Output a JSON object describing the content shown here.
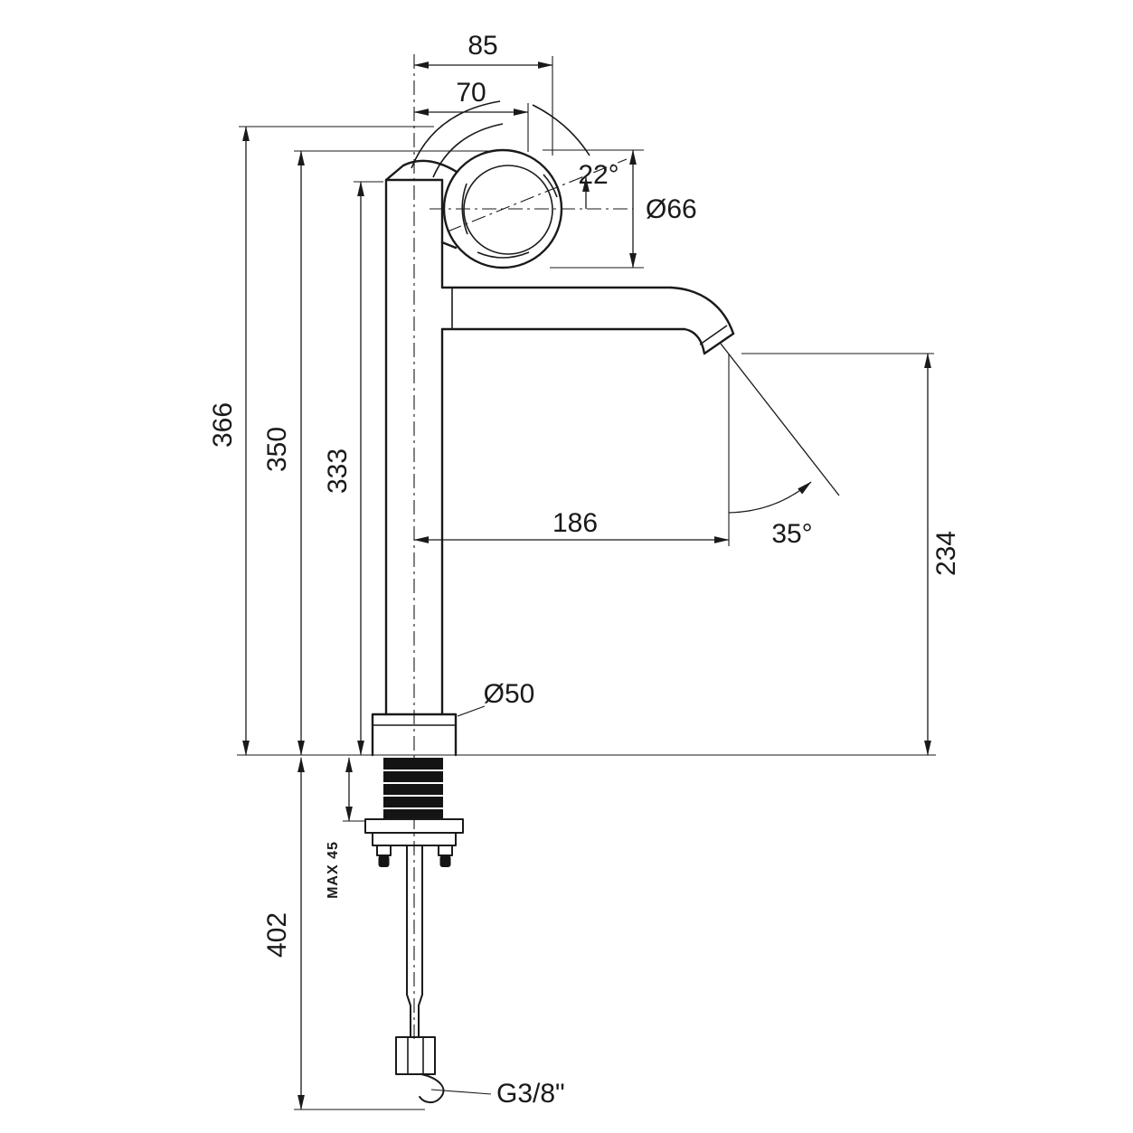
{
  "drawing": {
    "colors": {
      "line": "#1a1a1a",
      "background": "#ffffff",
      "gasket_fill": "#141414"
    },
    "dimensions": {
      "top_offset": "85",
      "handle_offset": "70",
      "handle_tilt_angle": "22°",
      "handle_diameter": "Ø66",
      "height_total": "366",
      "height_handle_top": "350",
      "height_body": "333",
      "spout_reach": "186",
      "spout_angle": "35°",
      "spout_height": "234",
      "base_diameter": "Ø50",
      "max_deck_thickness": "MAX 45",
      "below_deck_length": "402",
      "connection_thread": "G3/8\""
    }
  }
}
